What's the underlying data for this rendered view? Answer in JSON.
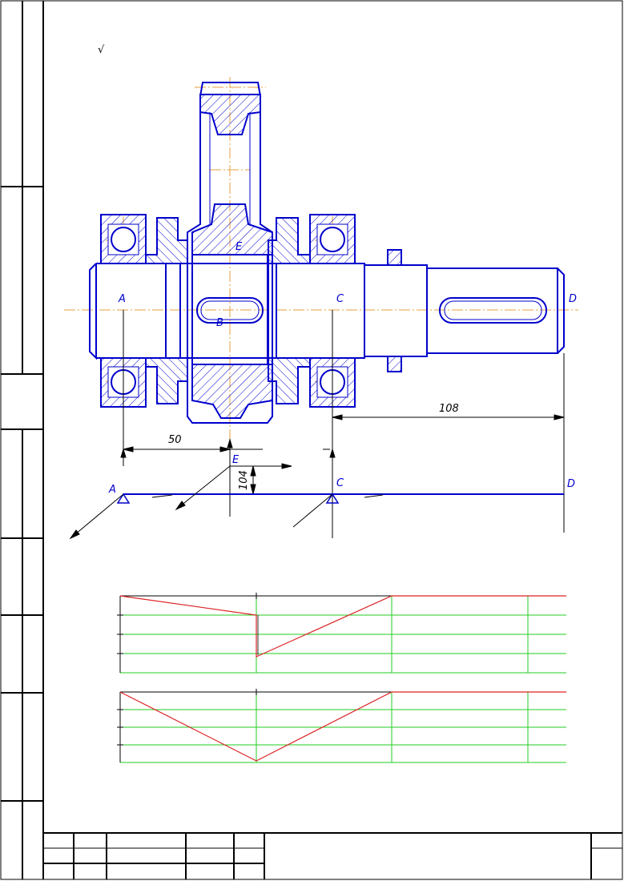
{
  "surface_symbol": "√",
  "point_labels": {
    "a": "A",
    "b": "B",
    "c": "C",
    "d": "D",
    "e": "E"
  },
  "dimensions": {
    "ae": "50",
    "cd": "108",
    "gear_offset": "104"
  },
  "colors": {
    "outline": "#0000cc",
    "axis": "#e6a040",
    "diagram_line": "#dd2222",
    "grid": "#22cc22",
    "frame": "#000000"
  }
}
